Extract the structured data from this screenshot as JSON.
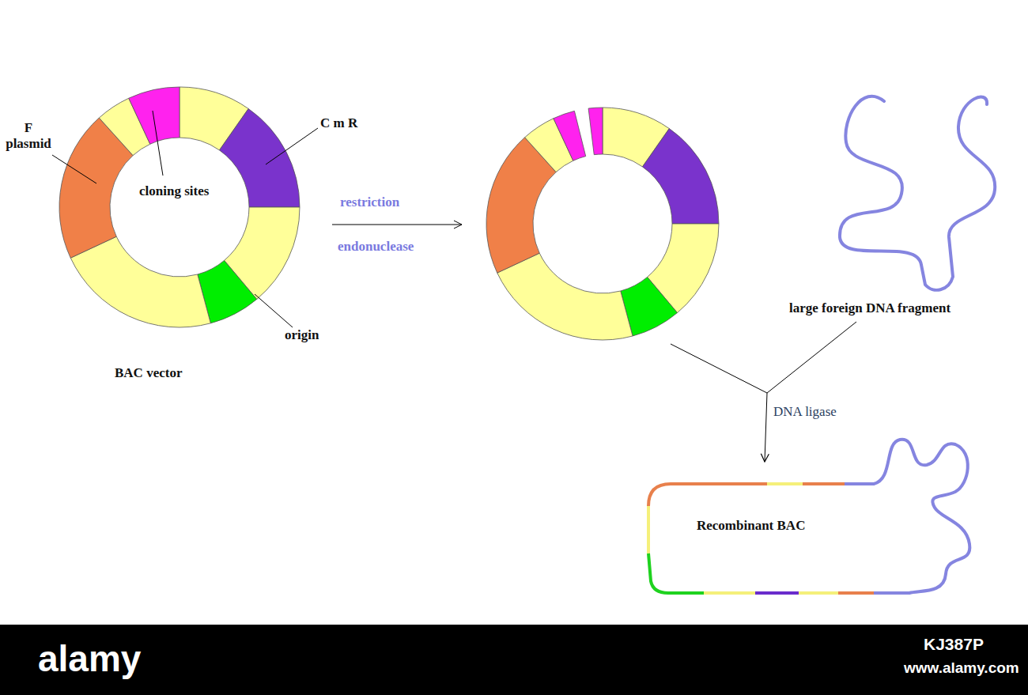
{
  "diagram": {
    "nodes": [
      {
        "text": [
          "BAC vector"
        ]
      },
      {
        "text": [
          "large foreign DNA fragment"
        ]
      },
      {
        "text": [
          "Recombinant BAC"
        ]
      }
    ],
    "edges": [
      {
        "from": 1,
        "to": 2,
        "arrow": "to",
        "label": "DNA ligase"
      }
    ],
    "labels": [
      "F plasmid",
      "cloning sites",
      "C m R",
      "origin",
      "restriction",
      "endonuclease",
      "alamy",
      "KJ387P",
      "www.alamy.com"
    ]
  }
}
